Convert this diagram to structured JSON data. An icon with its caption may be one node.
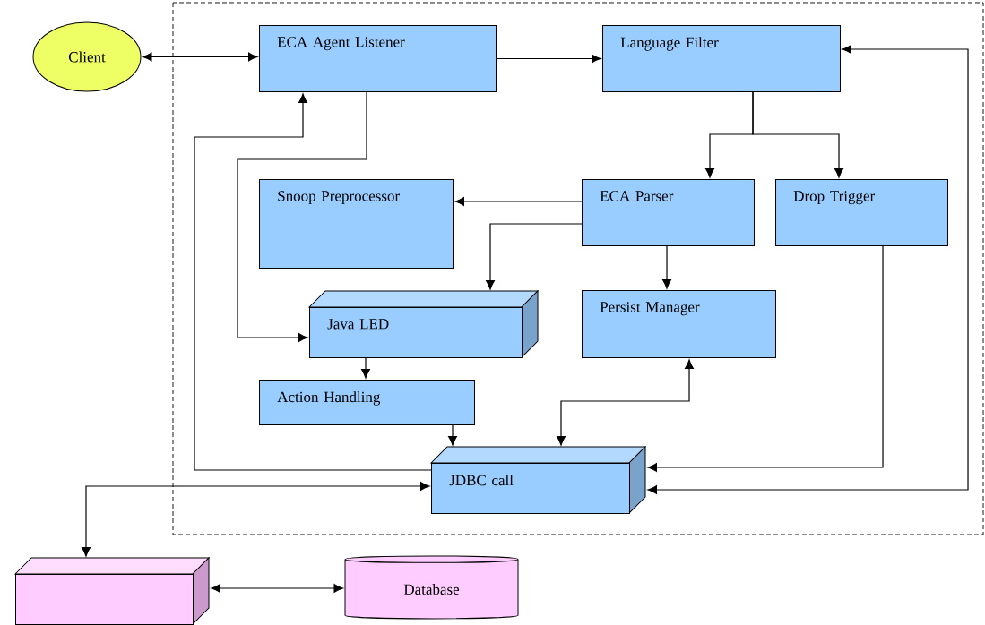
{
  "diagram": {
    "nodes": [
      {
        "text": [
          "Client"
        ]
      },
      {
        "text": [
          "ECA Agent Listener"
        ]
      },
      {
        "text": [
          "Language Filter"
        ]
      },
      {
        "text": [
          "Snoop Preprocessor"
        ]
      },
      {
        "text": [
          "ECA Parser"
        ]
      },
      {
        "text": [
          "Drop Trigger"
        ]
      },
      {
        "text": [
          "Java LED"
        ]
      },
      {
        "text": [
          "Persist Manager"
        ]
      },
      {
        "text": [
          "Action Handling"
        ]
      },
      {
        "text": [
          "JDBC call"
        ]
      },
      {
        "text": [],
        "shape": "box"
      },
      {
        "text": [
          "Database"
        ]
      }
    ],
    "edges": [
      {
        "from": 0,
        "to": 1,
        "arrow": "both"
      },
      {
        "from": 1,
        "to": 2,
        "arrow": "to"
      },
      {
        "from": 2,
        "to": 4,
        "arrow": "to"
      },
      {
        "from": 2,
        "to": 5,
        "arrow": "to"
      },
      {
        "from": 4,
        "to": 3,
        "arrow": "to"
      },
      {
        "from": 4,
        "to": 6,
        "arrow": "to"
      },
      {
        "from": 4,
        "to": 7,
        "arrow": "to"
      },
      {
        "from": 1,
        "to": 6,
        "arrow": "to"
      },
      {
        "from": 6,
        "to": 8,
        "arrow": "to"
      },
      {
        "from": 8,
        "to": 9,
        "arrow": "to"
      },
      {
        "from": 9,
        "to": 7,
        "arrow": "both"
      },
      {
        "from": 5,
        "to": 9,
        "arrow": "to"
      },
      {
        "from": 9,
        "to": 2,
        "arrow": "both"
      },
      {
        "from": 9,
        "to": 1,
        "arrow": "to"
      },
      {
        "from": 9,
        "to": 10,
        "arrow": "both"
      },
      {
        "from": 10,
        "to": 11,
        "arrow": "both"
      }
    ]
  }
}
